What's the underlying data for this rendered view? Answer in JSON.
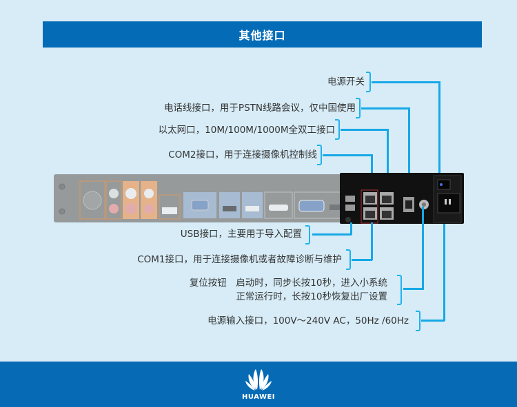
{
  "header": {
    "title": "其他接口"
  },
  "labels": {
    "power_switch": "电源开关",
    "phone_line": "电话线接口，用于PSTN线路会议，仅中国使用",
    "ethernet": "以太网口，10M/100M/1000M全双工接口",
    "com2": "COM2接口，用于连接摄像机控制线",
    "usb": "USB接口，主要用于导入配置",
    "com1": "COM1接口，用于连接摄像机或者故障诊断与维护",
    "reset_line1": "复位按钮　启动时，同步长按10秒，进入小系统",
    "reset_line2": "正常运行时，长按10秒恢复出厂设置",
    "power_input": "电源输入接口，100V～240V AC，50Hz /60Hz"
  },
  "footer": {
    "brand": "HUAWEI"
  },
  "colors": {
    "background": "#d7ecf7",
    "title_bar": "#046cb7",
    "callout_line": "#16a8e6",
    "footer": "#066ab5"
  }
}
